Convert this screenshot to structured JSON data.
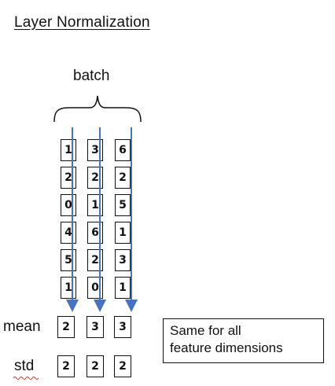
{
  "title": "Layer Normalization",
  "batch_label": "batch",
  "columns": [
    {
      "values": [
        "1",
        "2",
        "0",
        "4",
        "5",
        "1"
      ]
    },
    {
      "values": [
        "3",
        "2",
        "1",
        "6",
        "2",
        "0"
      ]
    },
    {
      "values": [
        "6",
        "2",
        "5",
        "1",
        "3",
        "1"
      ]
    }
  ],
  "mean": {
    "label": "mean",
    "values": [
      "2",
      "3",
      "3"
    ]
  },
  "std": {
    "label": "std",
    "values": [
      "2",
      "2",
      "2"
    ]
  },
  "note": {
    "line1": "Same for all",
    "line2": "feature dimensions"
  },
  "colors": {
    "arrow": "#4472c4",
    "border": "#111111",
    "spellcheck": "#c0392b"
  }
}
